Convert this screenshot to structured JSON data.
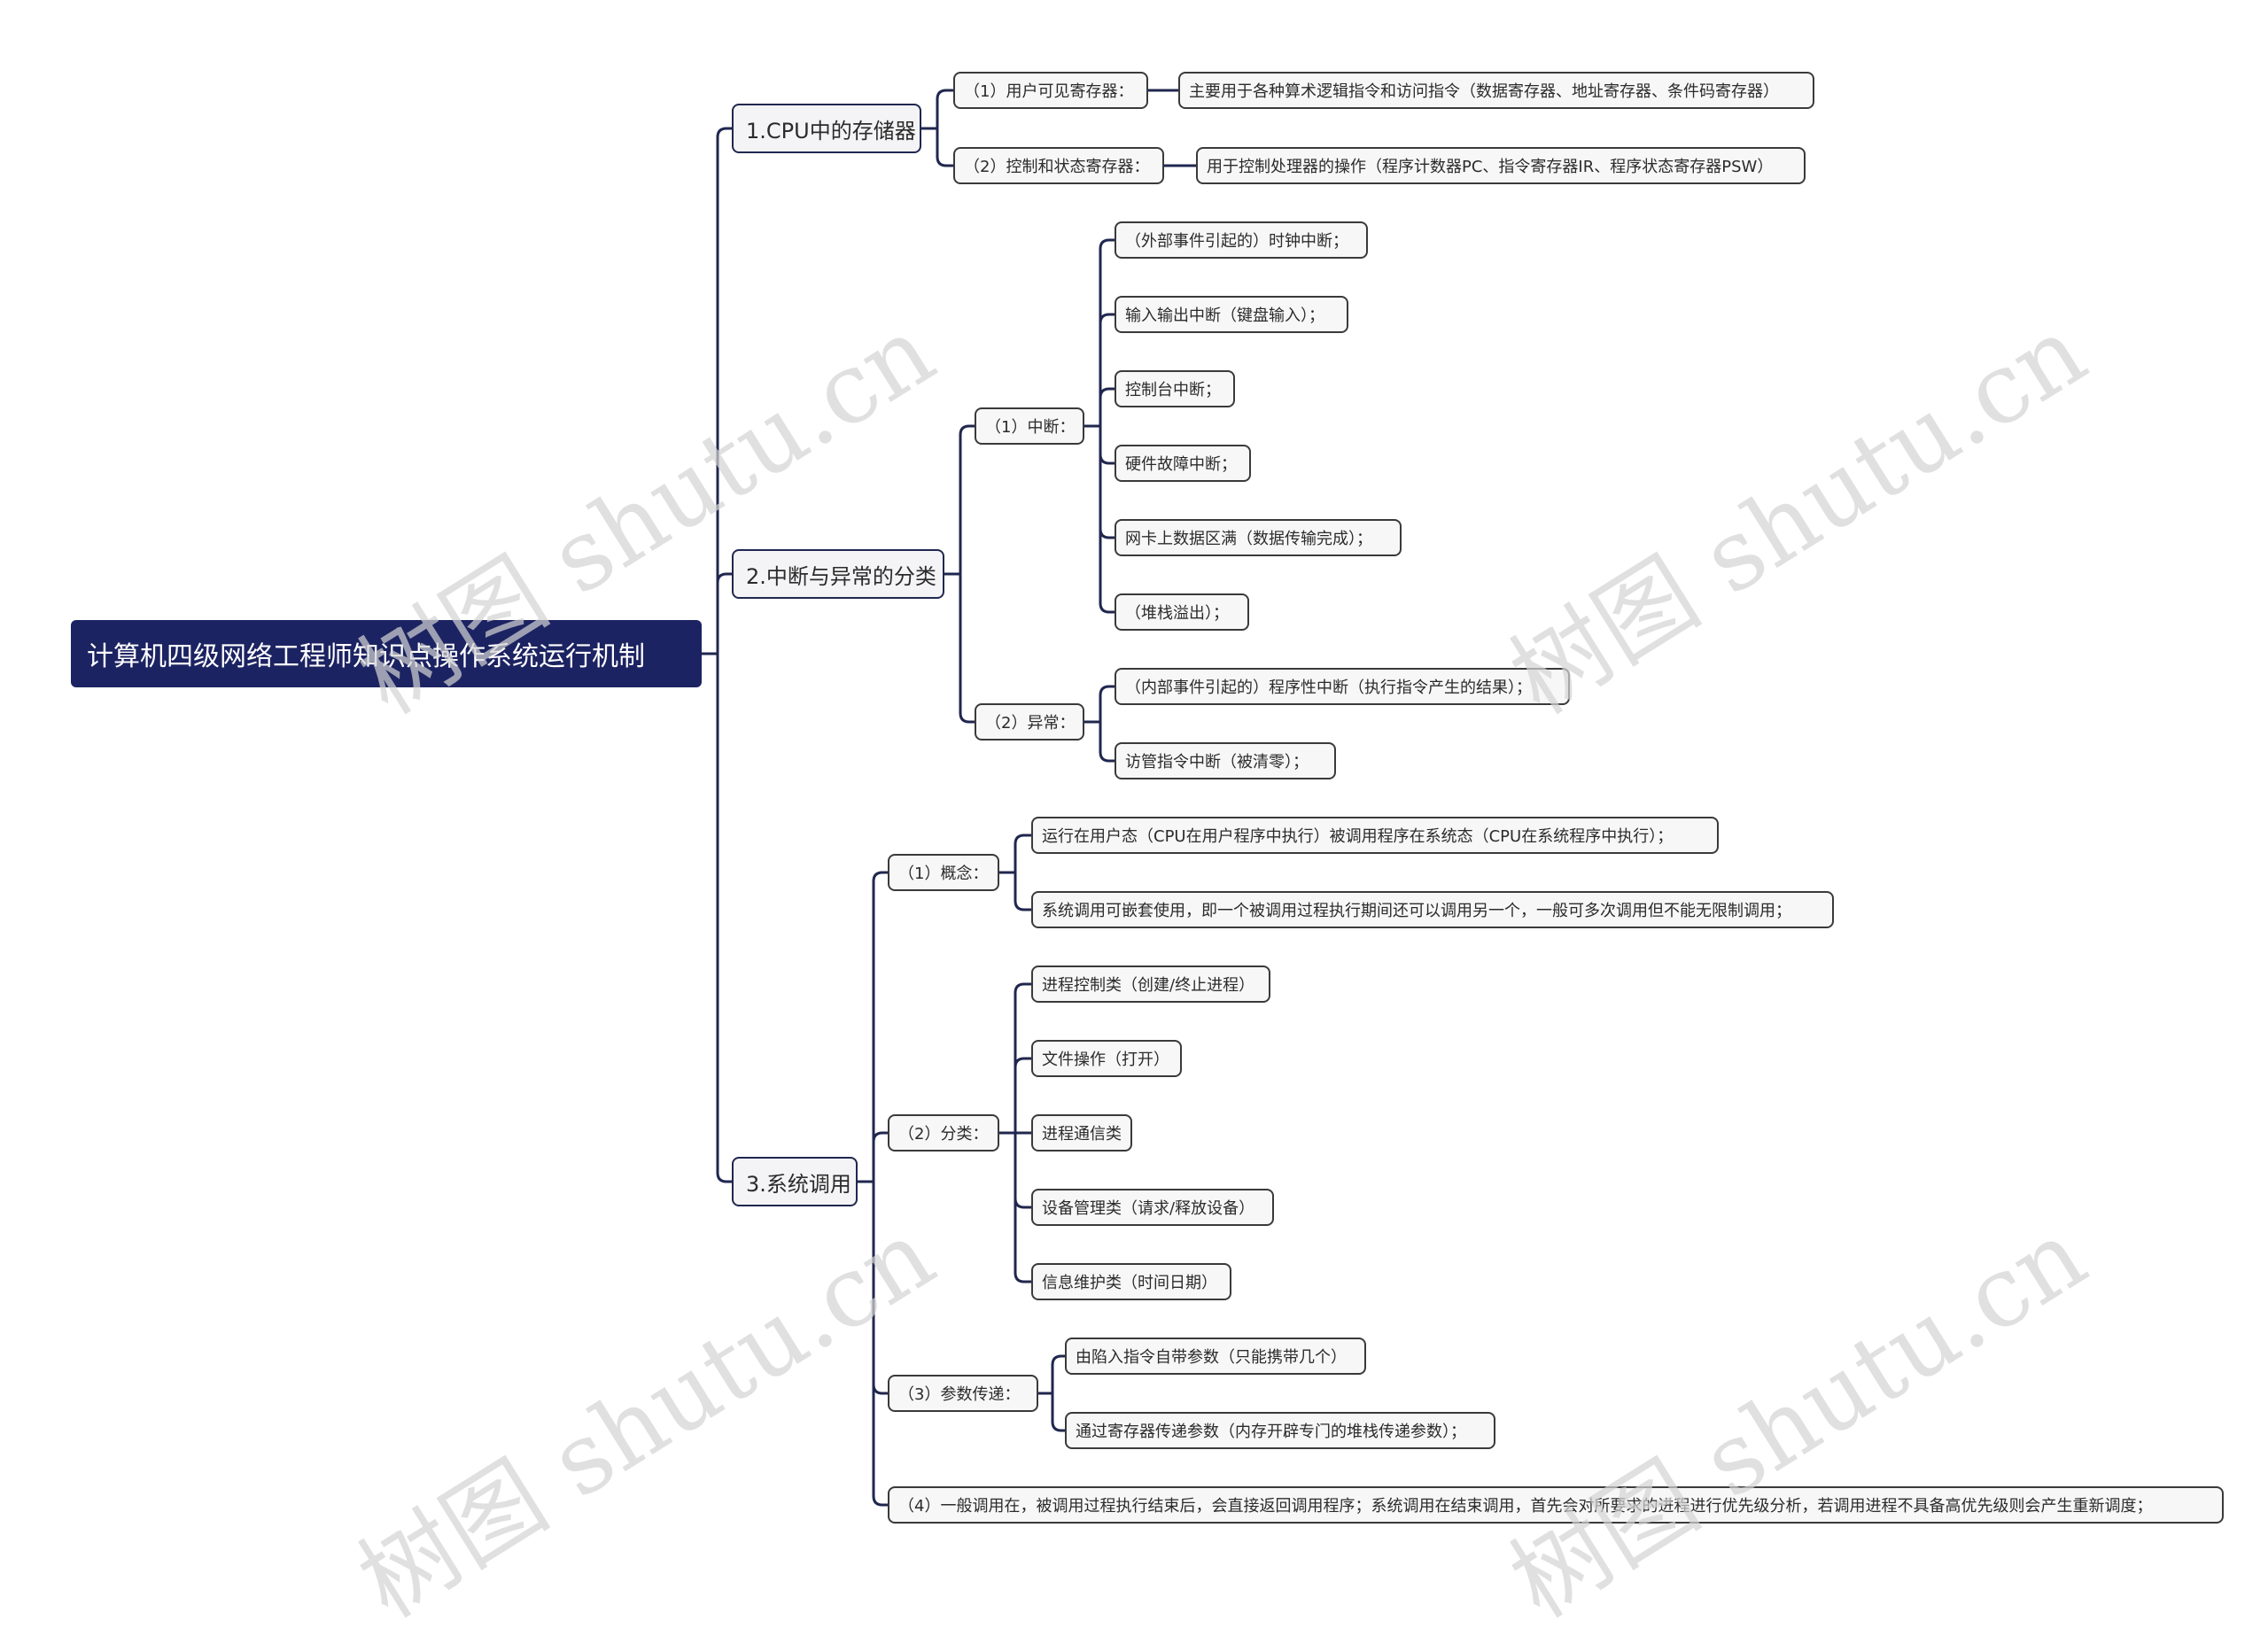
{
  "root": {
    "title": "计算机四级网络工程师知识点操作系统运行机制"
  },
  "branches": [
    {
      "label": "1.CPU中的存储器",
      "children": [
        {
          "label": "（1）用户可见寄存器：",
          "children": [
            "主要用于各种算术逻辑指令和访问指令（数据寄存器、地址寄存器、条件码寄存器）"
          ]
        },
        {
          "label": "（2）控制和状态寄存器：",
          "children": [
            "用于控制处理器的操作（程序计数器PC、指令寄存器IR、程序状态寄存器PSW）"
          ]
        }
      ]
    },
    {
      "label": "2.中断与异常的分类",
      "children": [
        {
          "label": "（1）中断：",
          "children": [
            "（外部事件引起的）时钟中断；",
            "输入输出中断（键盘输入）；",
            "控制台中断；",
            "硬件故障中断；",
            "网卡上数据区满（数据传输完成）；",
            "（堆栈溢出）；"
          ]
        },
        {
          "label": "（2）异常：",
          "children": [
            "（内部事件引起的）程序性中断（执行指令产生的结果）；",
            "访管指令中断（被清零）；"
          ]
        }
      ]
    },
    {
      "label": "3.系统调用",
      "children": [
        {
          "label": "（1）概念：",
          "children": [
            "运行在用户态（CPU在用户程序中执行）被调用程序在系统态（CPU在系统程序中执行）；",
            "系统调用可嵌套使用，即一个被调用过程执行期间还可以调用另一个，一般可多次调用但不能无限制调用；"
          ]
        },
        {
          "label": "（2）分类：",
          "children": [
            "进程控制类（创建/终止进程）",
            "文件操作（打开）",
            "进程通信类",
            "设备管理类（请求/释放设备）",
            "信息维护类（时间日期）"
          ]
        },
        {
          "label": "（3）参数传递：",
          "children": [
            "由陷入指令自带参数（只能携带几个）",
            "通过寄存器传递参数（内存开辟专门的堆栈传递参数）；"
          ]
        },
        {
          "label": "（4）一般调用在，被调用过程执行结束后，会直接返回调用程序；系统调用在结束调用，首先会对所要求的进程进行优先级分析，若调用进程不具备高优先级则会产生重新调度；",
          "children": []
        }
      ]
    }
  ],
  "watermark": {
    "text": "树图 shutu.cn"
  },
  "colors": {
    "root_bg": "#1c2362",
    "line": "#20274f"
  }
}
